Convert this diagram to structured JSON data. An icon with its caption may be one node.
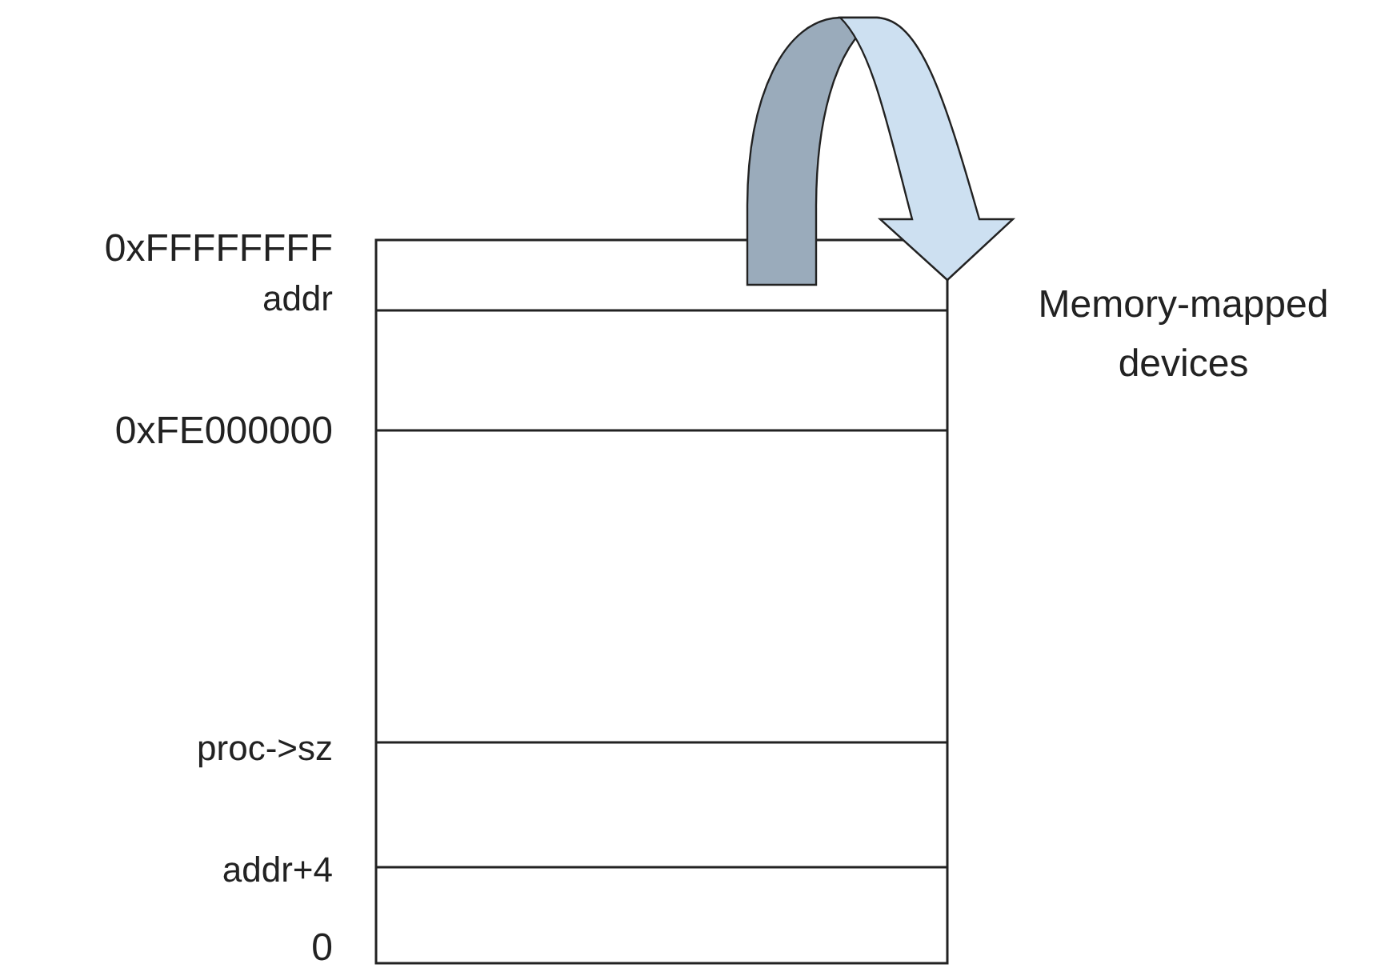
{
  "diagram": {
    "labels": [
      "0xFFFFFFFF",
      "addr",
      "Memory-mapped devices",
      "0xFE000000",
      "proc->sz",
      "addr+4",
      "0"
    ]
  }
}
